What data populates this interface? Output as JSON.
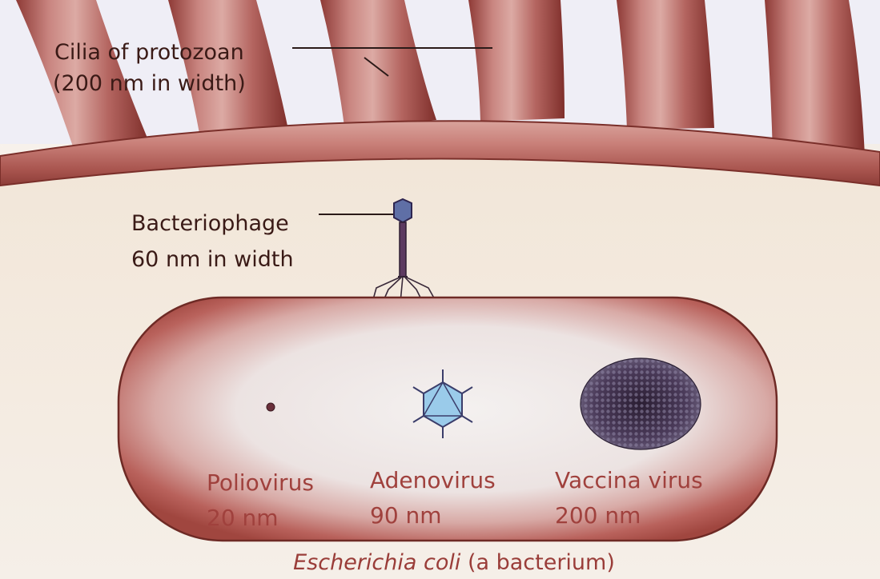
{
  "labels": {
    "cilia_line1": "Cilia of protozoan",
    "cilia_line2": "(200 nm in width)",
    "phage_line1": "Bacteriophage",
    "phage_line2": "60 nm in width",
    "polio_name": "Poliovirus",
    "polio_size": "20 nm",
    "adeno_name": "Adenovirus",
    "adeno_size": "90 nm",
    "vaccina_name": "Vaccina virus",
    "vaccina_size": "200 nm",
    "caption_italic": "Escherichia coli",
    "caption_rest": " (a bacterium)"
  },
  "colors": {
    "membrane": "#b8665f",
    "cilia": "#a84e48",
    "label_text": "#a0413d",
    "dark_text": "#3a1a16",
    "cell_interior": "#f3ede6",
    "vaccina": "#3d2c4c",
    "adenovirus": "#8fc4e6"
  }
}
